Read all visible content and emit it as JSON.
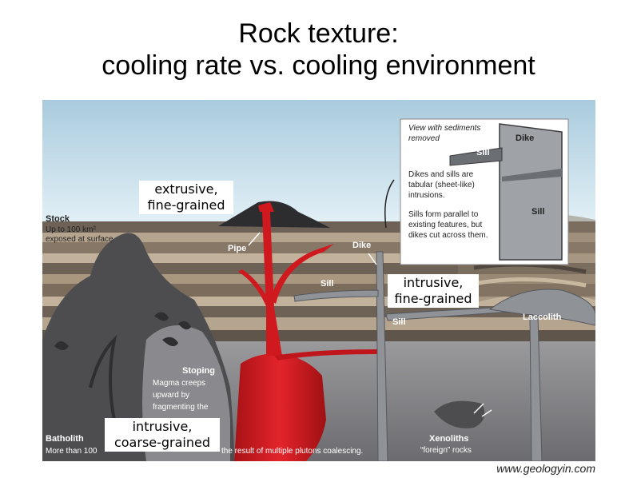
{
  "title": {
    "line1": "Rock texture:",
    "line2": "cooling rate vs. cooling environment"
  },
  "labels": {
    "stock": "Stock",
    "stock_desc1": "Up to 100 km²",
    "stock_desc2": "exposed at surface",
    "pipe": "Pipe",
    "dike": "Dike",
    "sill_left": "Sill",
    "sill_center": "Sill",
    "laccolith": "Laccolith",
    "stoping": "Stoping",
    "stoping_desc1": "Magma creeps",
    "stoping_desc2": "upward by",
    "stoping_desc3": "fragmenting the",
    "batholith": "Batholith",
    "batholith_desc_start": "More than 100",
    "batholith_desc_end": "the result of multiple plutons coalescing.",
    "xenoliths": "Xenoliths",
    "xenoliths_desc": "“foreign” rocks"
  },
  "inset": {
    "view_line1": "View with sediments",
    "view_line2": "removed",
    "dike": "Dike",
    "sill_top": "Sill",
    "sill_bottom": "Sill",
    "text1_line1": "Dikes and sills are",
    "text1_line2": "tabular (sheet-like)",
    "text1_line3": "intrusions.",
    "text2_line1": "Sills form parallel to",
    "text2_line2": "existing features, but",
    "text2_line3": "dikes cut across them."
  },
  "callouts": {
    "extrusive_line1": "extrusive,",
    "extrusive_line2": "fine-grained",
    "intrusive_fine_line1": "intrusive,",
    "intrusive_fine_line2": "fine-grained",
    "intrusive_coarse_line1": "intrusive,",
    "intrusive_coarse_line2": "coarse-grained"
  },
  "credit": "www.geologyin.com",
  "colors": {
    "magma": "#d0191f",
    "sky": "#c9e2ef",
    "pluton": "#5a5a5c",
    "intrusion_gray": "#8f9297",
    "layer_dark": "#6e6257",
    "layer_light": "#b5a48e"
  }
}
